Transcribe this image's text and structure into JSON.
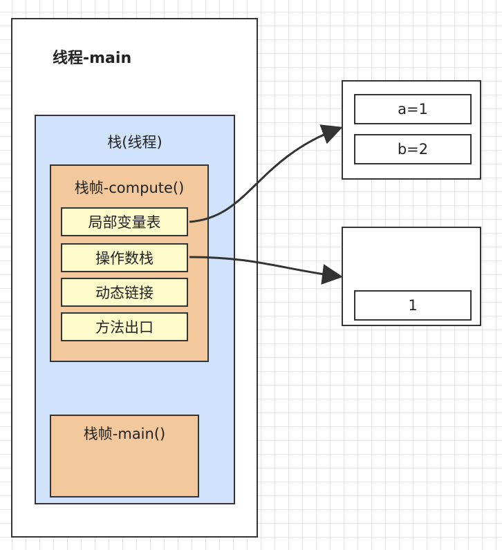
{
  "thread": {
    "title": "线程-main",
    "stack": {
      "title": "栈(线程)",
      "frames": [
        {
          "title": "栈帧-compute()",
          "slots": [
            "局部变量表",
            "操作数栈",
            "动态链接",
            "方法出口"
          ]
        },
        {
          "title": "栈帧-main()"
        }
      ]
    }
  },
  "heap": {
    "box1": {
      "cells": [
        "a=1",
        "b=2"
      ]
    },
    "box2": {
      "cells": [
        "1"
      ]
    }
  },
  "connectors": [
    {
      "from": "局部变量表",
      "to": "box1"
    },
    {
      "from": "操作数栈",
      "to": "box2"
    }
  ]
}
